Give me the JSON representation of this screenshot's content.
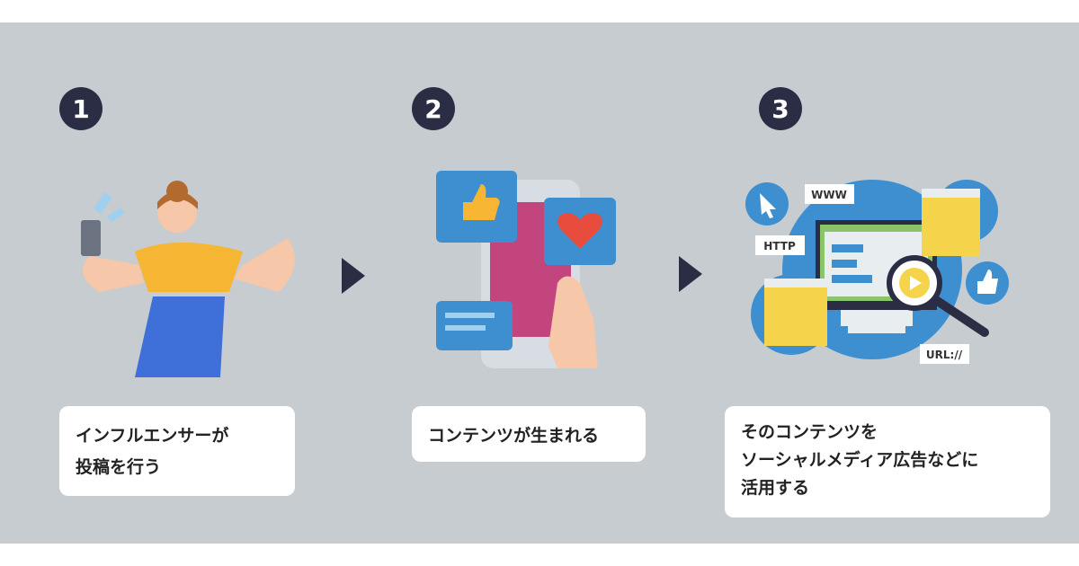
{
  "steps": [
    {
      "number": "1",
      "lines": [
        "インフルエンサーが",
        "投稿を行う"
      ]
    },
    {
      "number": "2",
      "lines": [
        "コンテンツが生まれる"
      ]
    },
    {
      "number": "3",
      "lines": [
        "そのコンテンツを",
        "ソーシャルメディア広告などに",
        "活用する"
      ]
    }
  ],
  "illustration3": {
    "www": "WWW",
    "http": "HTTP",
    "url": "URL://"
  },
  "colors": {
    "badge": "#2b2d45",
    "background": "#c6cccf",
    "blue": "#3d8fd0",
    "yellow": "#f5d34a"
  }
}
